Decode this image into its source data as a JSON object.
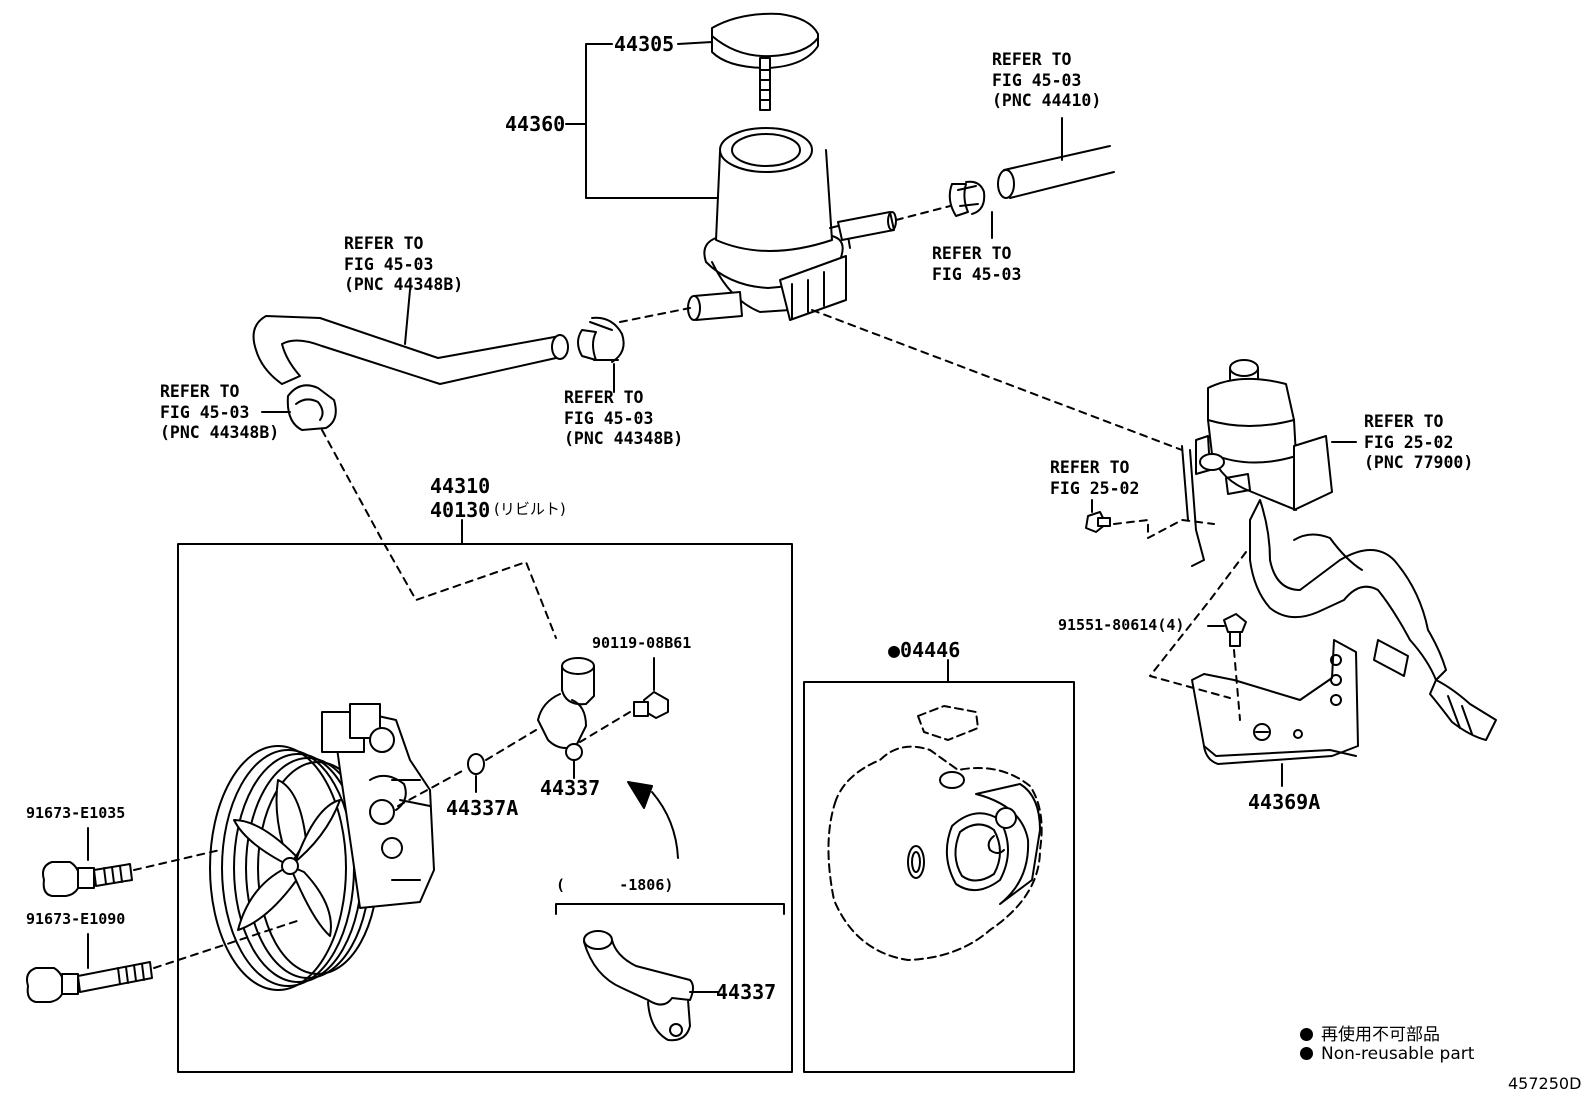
{
  "diagram_code": "457250D",
  "labels": {
    "p44305": "44305",
    "p44360": "44360",
    "refer_top_right": "REFER TO\nFIG 45-03\n(PNC 44410)",
    "refer_mid_right": "REFER TO\nFIG 45-03",
    "refer_upper_left": "REFER TO\nFIG 45-03\n(PNC 44348B)",
    "refer_left": "REFER TO\nFIG 45-03\n(PNC 44348B)",
    "refer_center": "REFER TO\nFIG 45-03\n(PNC 44348B)",
    "refer_fig25_a": "REFER TO\nFIG 25-02\n(PNC 77900)",
    "refer_fig25_b": "REFER TO\nFIG 25-02",
    "p44310": "44310",
    "p40130": "40130",
    "p40130_note": "(リビルト)",
    "p90119": "90119-08B61",
    "p44337A": "44337A",
    "p44337": "44337",
    "p44337_b": "44337",
    "range_note": "(      -1806)",
    "p04446": "●04446",
    "p91551": "91551-80614(4)",
    "p44369A": "44369A",
    "p91673_1": "91673-E1035",
    "p91673_2": "91673-E1090"
  },
  "legend": {
    "jp": "再使用不可部品",
    "en": "Non-reusable part"
  }
}
